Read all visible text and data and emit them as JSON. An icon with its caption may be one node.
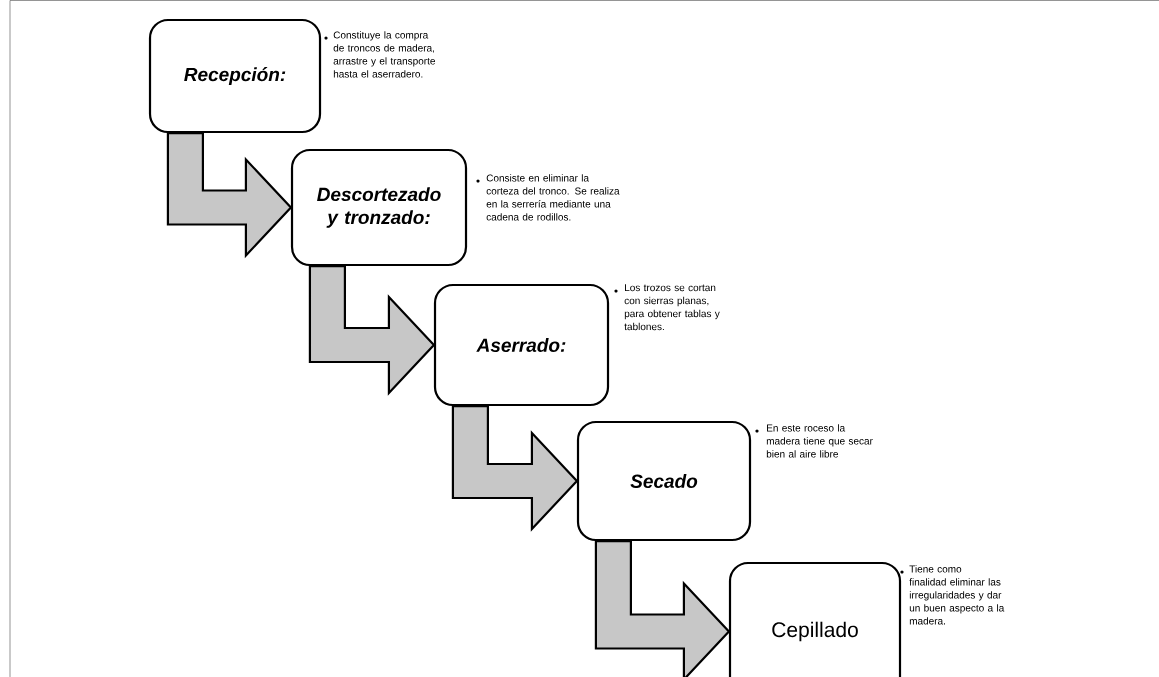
{
  "diagram": {
    "nodes": [
      {
        "text": [
          "Recepción:"
        ],
        "beside": [
          "Constituye la compra de troncos de madera, arrastre y el transporte hasta el aserradero."
        ]
      },
      {
        "text": [
          "Descortezado y tronzado:"
        ],
        "beside": [
          "Consiste en eliminar la corteza del tronco. Se realiza en la serrería mediante una cadena de rodillos."
        ]
      },
      {
        "text": [
          "Aserrado:"
        ],
        "beside": [
          "Los trozos se cortan con sierras planas, para obtener tablas y tablones."
        ]
      },
      {
        "text": [
          "Secado"
        ],
        "beside": [
          "En este roceso la madera tiene que secar bien al aire libre"
        ]
      },
      {
        "text": [
          "Cepillado"
        ],
        "beside": [
          "Tiene como finalidad eliminar las irregularidades y dar un buen aspecto a la madera."
        ]
      }
    ],
    "edges": [
      {
        "from": 0,
        "to": 1,
        "arrow": "to"
      },
      {
        "from": 1,
        "to": 2,
        "arrow": "to"
      },
      {
        "from": 2,
        "to": 3,
        "arrow": "to"
      },
      {
        "from": 3,
        "to": 4,
        "arrow": "to"
      }
    ]
  }
}
